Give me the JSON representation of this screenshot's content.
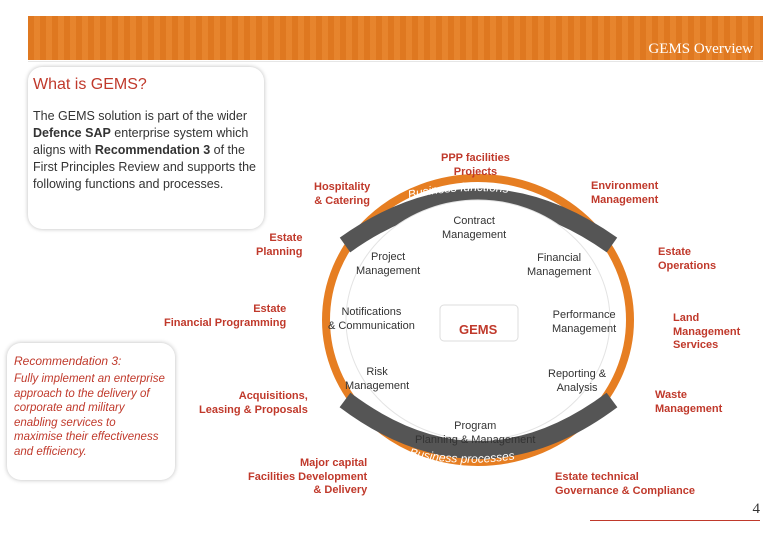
{
  "header": {
    "title": "GEMS Overview"
  },
  "section_title": "What is GEMS?",
  "intro": {
    "part1": "The GEMS solution is part of the wider ",
    "bold1": "Defence SAP",
    "part2": " enterprise system which aligns with ",
    "bold2": "Recommendation 3",
    "part3": " of the First Principles Review and supports the following functions and processes."
  },
  "recommendation": {
    "title": "Recommendation 3:",
    "text": "Fully implement an enterprise approach to the delivery of corporate and military enabling services to maximise their effectiveness and efficiency."
  },
  "diagram": {
    "center_label": "GEMS",
    "arc_top_label": "Business functions",
    "arc_bottom_label": "Business processes",
    "outer": {
      "ppp": "PPP facilities\nProjects",
      "hospitality": "Hospitality\n& Catering",
      "environment": "Environment\nManagement",
      "estate_planning": "Estate\nPlanning",
      "estate_operations": "Estate\nOperations",
      "estate_financial": "Estate\nFinancial Programming",
      "land": "Land\nManagement\nServices",
      "acquisitions": "Acquisitions,\nLeasing & Proposals",
      "waste": "Waste\nManagement",
      "major_capital": "Major capital\nFacilities Development\n& Delivery",
      "governance": "Estate technical\nGovernance & Compliance"
    },
    "inner": {
      "contract": "Contract\nManagement",
      "project": "Project\nManagement",
      "financial": "Financial\nManagement",
      "notifications": "Notifications\n& Communication",
      "performance": "Performance\nManagement",
      "risk": "Risk\nManagement",
      "reporting": "Reporting &\nAnalysis",
      "program": "Program\nPlanning & Management"
    }
  },
  "colors": {
    "accent": "#e67e22",
    "label_red": "#c0392b",
    "inner_ring": "#555555"
  },
  "page_number": "4"
}
